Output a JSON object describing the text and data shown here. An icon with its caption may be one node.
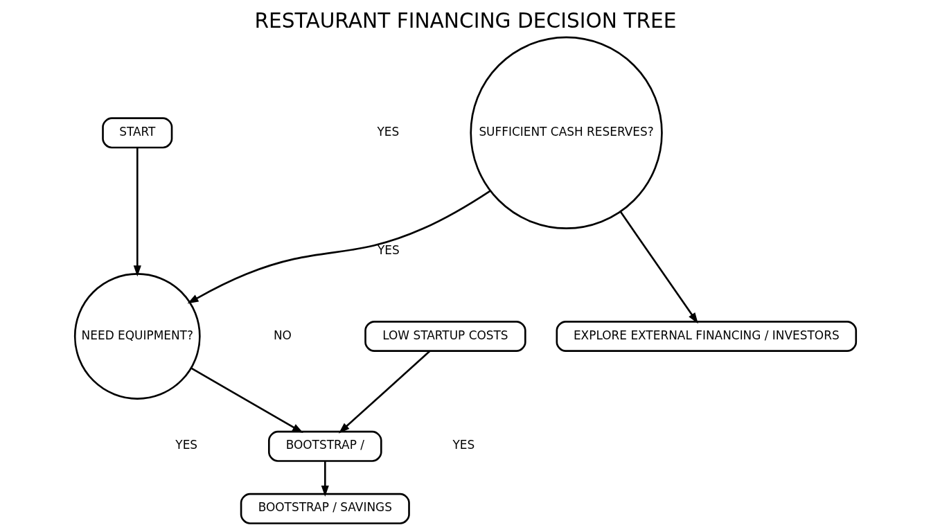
{
  "diagram": {
    "title": "RESTAURANT FINANCING DECISION TREE",
    "nodes": [
      {
        "text": [
          "START"
        ]
      },
      {
        "text": [
          "NEED EQUIPMENT?"
        ]
      },
      {
        "text": [
          "SUFFICIENT CASH RESERVES?"
        ]
      },
      {
        "text": [
          "LOW STARTUP COSTS"
        ]
      },
      {
        "text": [
          "BOOTSTRAP /"
        ]
      },
      {
        "text": [
          "EXPLORE EXTERNAL FINANCING / INVESTORS"
        ]
      },
      {
        "text": [
          "BOOTSTRAP / SAVINGS"
        ]
      }
    ],
    "edges": [
      {
        "from": 0,
        "to": 1,
        "arrow": "to"
      },
      {
        "from": 2,
        "to": 1,
        "arrow": "to",
        "label": "YES"
      },
      {
        "from": 1,
        "to": 4,
        "arrow": "to"
      },
      {
        "from": 3,
        "to": 4,
        "arrow": "to"
      },
      {
        "from": 4,
        "to": 6,
        "arrow": "to"
      },
      {
        "from": 2,
        "to": 5,
        "arrow": "to"
      }
    ],
    "labels": [
      "NO",
      "YES",
      "YES",
      "YES"
    ]
  }
}
